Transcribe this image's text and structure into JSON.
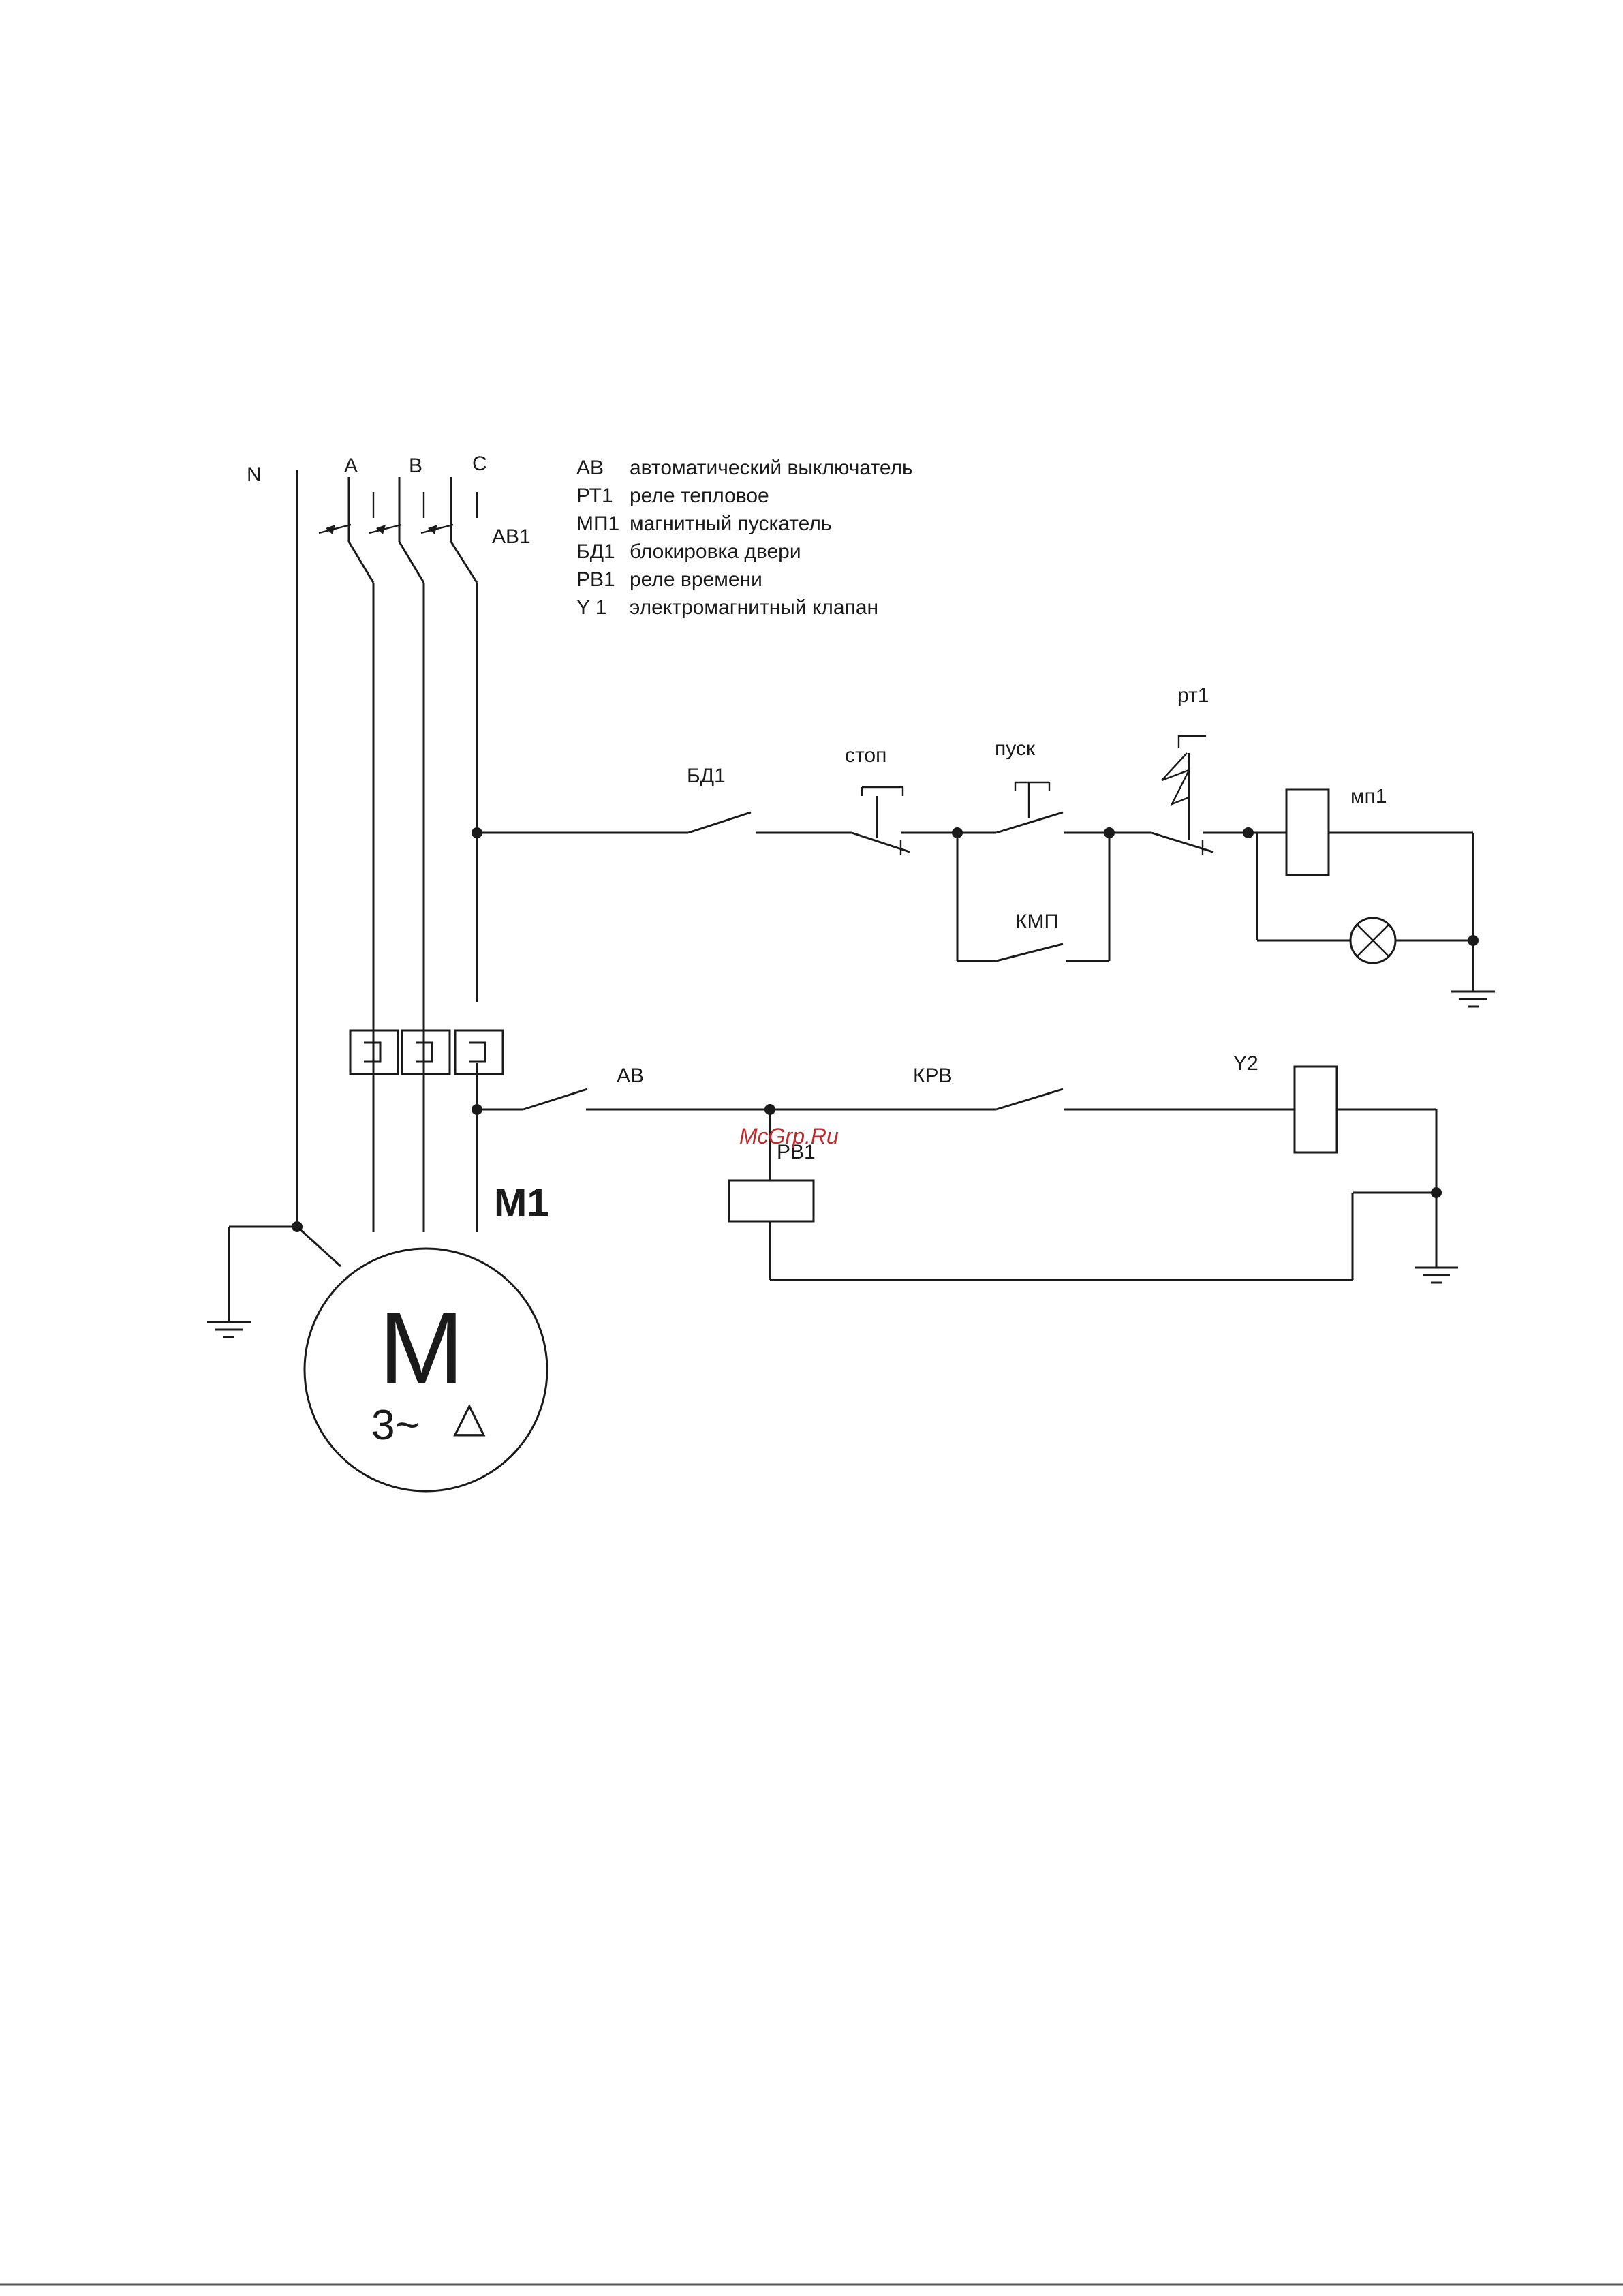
{
  "diagram": {
    "bus_labels": {
      "n": "N",
      "a": "A",
      "b": "B",
      "c": "C"
    },
    "breaker_label": "АВ1",
    "legend": [
      {
        "code": "АВ",
        "desc": "автоматический выключатель"
      },
      {
        "code": "РТ1",
        "desc": "реле тепловое"
      },
      {
        "code": "МП1",
        "desc": "магнитный пускатель"
      },
      {
        "code": "БД1",
        "desc": "блокировка двери"
      },
      {
        "code": "РВ1",
        "desc": "реле времени"
      },
      {
        "code": "Y 1",
        "desc": "электромагнитный клапан"
      }
    ],
    "control_labels": {
      "door_lock": "БД1",
      "stop": "стоп",
      "start": "пуск",
      "thermal": "рт1",
      "starter_coil": "мп1",
      "kmp": "КМП"
    },
    "second_labels": {
      "breaker": "АВ",
      "krv": "КРВ",
      "valve": "Y2",
      "timer": "РВ1"
    },
    "motor": {
      "label": "M1",
      "symbol": "M",
      "phase": "3~",
      "connection": "△"
    },
    "watermark": "McGrp.Ru"
  }
}
